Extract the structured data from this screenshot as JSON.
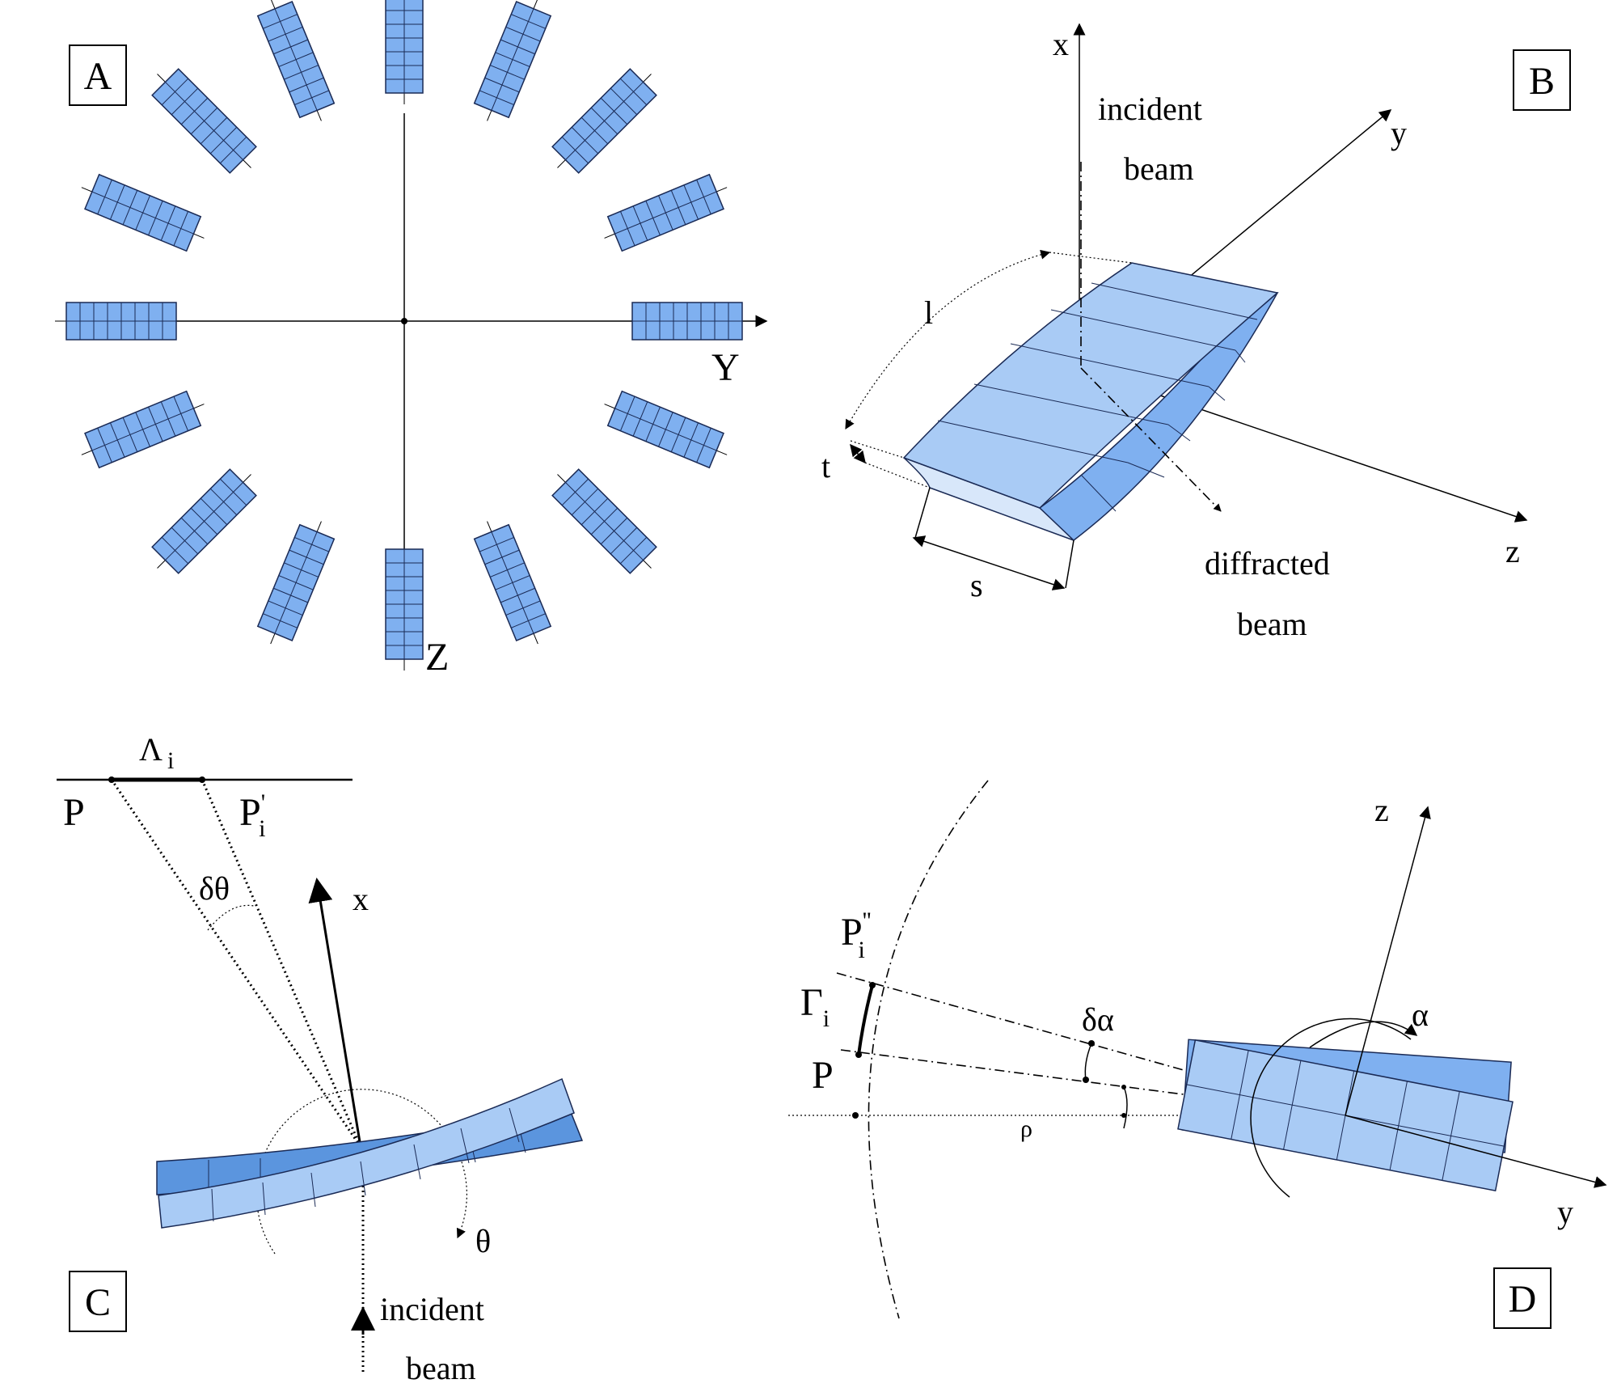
{
  "panels": {
    "A": {
      "label": "A",
      "axis_y": "Y",
      "axis_z": "Z",
      "crystal_count": 16
    },
    "B": {
      "label": "B",
      "axis_x": "x",
      "axis_y": "y",
      "axis_z": "z",
      "incident_line1": "incident",
      "incident_line2": "beam",
      "diffracted_line1": "diffracted",
      "diffracted_line2": "beam",
      "dim_l": "l",
      "dim_t": "t",
      "dim_s": "s"
    },
    "C": {
      "label": "C",
      "lambda": "Λ",
      "lambda_sub": "i",
      "point_p": "P",
      "point_pi": "P",
      "point_pi_sup": "'",
      "point_pi_sub": "i",
      "delta_theta": "δθ",
      "axis_x": "x",
      "theta": "θ",
      "incident_line1": "incident",
      "incident_line2": "beam"
    },
    "D": {
      "label": "D",
      "axis_z": "z",
      "axis_y": "y",
      "alpha": "α",
      "delta_alpha": "δα",
      "rho": "ρ",
      "gamma": "Γ",
      "gamma_sub": "i",
      "point_p": "P",
      "point_pi": "P",
      "point_pi_sup": "''",
      "point_pi_sub": "i"
    }
  },
  "colors": {
    "crystal": "#7fb0f0",
    "crystal_light": "#a9cbf5",
    "crystal_dark": "#5b95de",
    "outline": "#1a2a55"
  }
}
